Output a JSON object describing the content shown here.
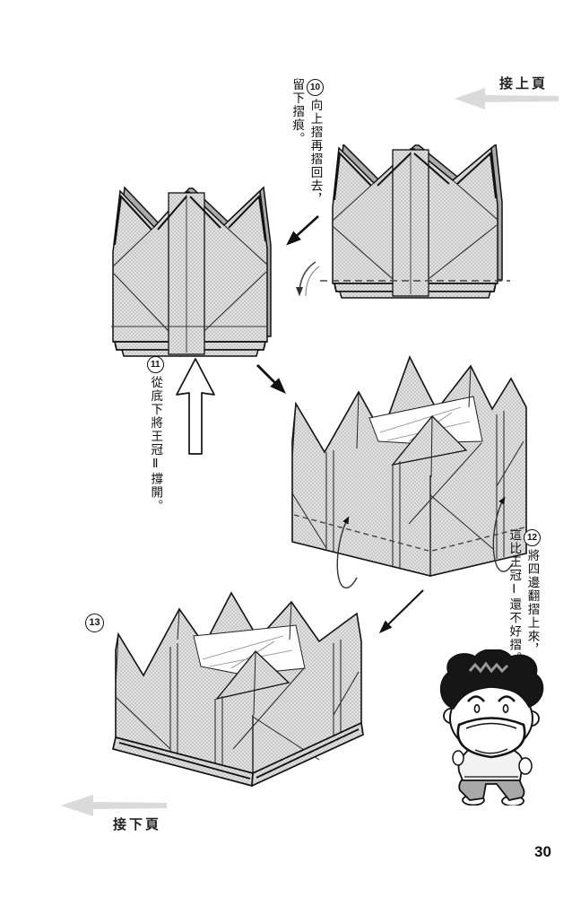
{
  "page": {
    "number": "30"
  },
  "nav": {
    "previous": {
      "label": "接上頁"
    },
    "next": {
      "label": "接下頁"
    }
  },
  "steps": {
    "s10": {
      "number": "10",
      "lines": [
        "向上摺再摺回去，",
        "留下摺痕。"
      ]
    },
    "s11": {
      "number": "11",
      "lines": [
        "從底下將王冠Ⅱ撐開。"
      ]
    },
    "s12": {
      "number": "12",
      "lines": [
        "將四邊翻摺上來，",
        "這比王冠Ⅰ還不好摺。"
      ]
    },
    "s13": {
      "number": "13"
    }
  },
  "icons": {
    "nav_arrow": "left-gray-arrow",
    "fold_direction": "black-diagonal-arrow",
    "fold_over": "curl-arrow",
    "open_up": "hollow-up-arrow",
    "turn_up": "loop-arrow"
  },
  "colors": {
    "paper_fill": "#dcdcdc",
    "halftone_dot": "#b5b5b5",
    "outline": "#1a1a1a",
    "nav_arrow_gray": "#dadada",
    "dash_line": "#555555"
  }
}
